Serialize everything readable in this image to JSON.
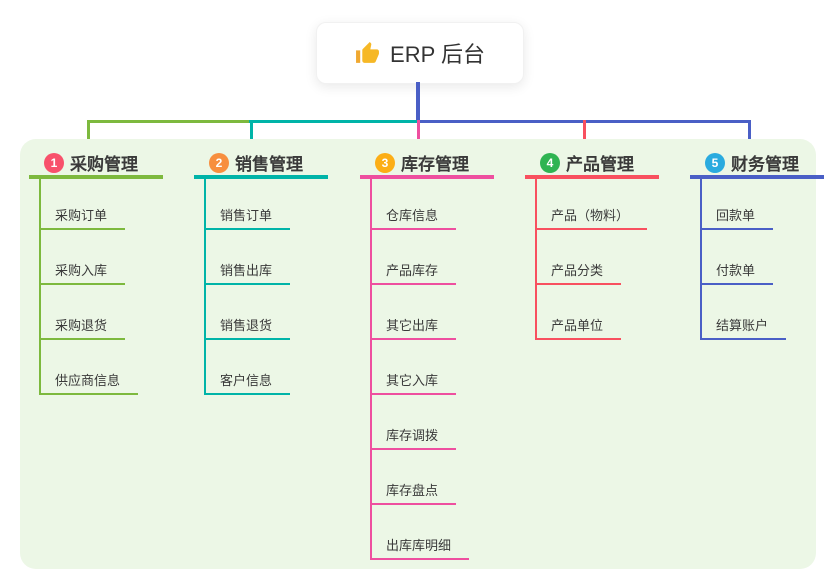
{
  "root": {
    "label": "ERP 后台",
    "icon": "thumbs-up-icon"
  },
  "branches": [
    {
      "index": "1",
      "label": "采购管理",
      "badge_color": "#f8516b",
      "line_color": "#7db93e",
      "children": [
        "采购订单",
        "采购入库",
        "采购退货",
        "供应商信息"
      ]
    },
    {
      "index": "2",
      "label": "销售管理",
      "badge_color": "#f78f3f",
      "line_color": "#00b4a8",
      "children": [
        "销售订单",
        "销售出库",
        "销售退货",
        "客户信息"
      ]
    },
    {
      "index": "3",
      "label": "库存管理",
      "badge_color": "#fcae16",
      "line_color": "#ee4f9f",
      "children": [
        "仓库信息",
        "产品库存",
        "其它出库",
        "其它入库",
        "库存调拨",
        "库存盘点",
        "出库库明细"
      ]
    },
    {
      "index": "4",
      "label": "产品管理",
      "badge_color": "#2fb452",
      "line_color": "#f8505f",
      "children": [
        "产品（物料）",
        "产品分类",
        "产品单位"
      ]
    },
    {
      "index": "5",
      "label": "财务管理",
      "badge_color": "#2aabdf",
      "line_color": "#4a5fc6",
      "children": [
        "回款单",
        "付款单",
        "结算账户"
      ]
    }
  ],
  "colors": {
    "canvas_bg": "#ffffff",
    "container_bg": "#ecf7e6",
    "root_connector": "#4a5fc6",
    "thumb_icon": "#f6b826",
    "text": "#3a3a3a"
  }
}
